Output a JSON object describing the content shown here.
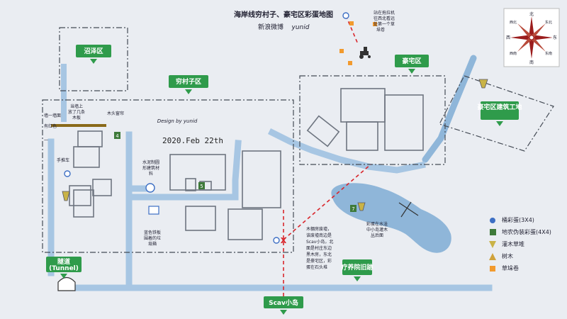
{
  "title": "海岸线穷村子、豪宅区彩蛋地图",
  "subtitle": "新浪微博",
  "author_signature": "yunid",
  "design_credit": "Design by yunid",
  "date_stamp": "2020.Feb 22th",
  "compass": {
    "n": "北",
    "ne": "东北",
    "e": "东",
    "se": "东南",
    "s": "南",
    "sw": "西南",
    "w": "西",
    "nw": "西北"
  },
  "region_tags": [
    {
      "label": "沼泽区"
    },
    {
      "label": "穷村子区"
    },
    {
      "label": "豪宅区"
    },
    {
      "label": "豪宅区建筑工地"
    },
    {
      "label": "隧道"
    },
    {
      "label": "(Tunnel)"
    },
    {
      "label": "疗养院旧跡"
    },
    {
      "label": "Scav小岛"
    }
  ],
  "notes": {
    "hay_top": [
      "站在拖拉机",
      "往西北看远",
      "处第一个草",
      "垛卷"
    ],
    "plank_wall": [
      "当墙上",
      "放了几条",
      "木板"
    ],
    "wood_pile": "木头窗帘",
    "west_wall": [
      "墙一墙面",
      "有红色",
      "一"
    ],
    "cart": "手推车",
    "water_tank": [
      "水泥制圆",
      "形建筑材",
      "料"
    ],
    "blue_iron": [
      "蓝色铁板",
      "围着的垃",
      "圾箱"
    ],
    "lake": [
      "彩蛋在水洼",
      "中小岛灌木",
      "丛后面"
    ],
    "scav_house": [
      "木棚房废墟，",
      "该废墟南边是",
      "Scav小岛，北",
      "面是村庄东边",
      "黑木房，东北",
      "是豪宅区，彩",
      "蛋在石头堆"
    ]
  },
  "markers": {
    "house4": "4",
    "house5": "5",
    "lake7": "7",
    "x_mark": "X"
  },
  "legend": [
    {
      "icon": "egg-icon",
      "label": "桶彩蛋(3X4)"
    },
    {
      "icon": "camo-egg-icon",
      "label": "地农伪装彩蛋(4X4)"
    },
    {
      "icon": "bush-icon",
      "label": "灌木草堆"
    },
    {
      "icon": "tree-icon",
      "label": "树木"
    },
    {
      "icon": "hay-icon",
      "label": "草垛卷"
    }
  ],
  "colors": {
    "background": "#eaedf2",
    "river": "#8fb6d9",
    "road": "#a7c6e3",
    "building": "#6e7580",
    "tag_green": "#2f9b4b",
    "route_red": "#d9262c",
    "hay_orange": "#f29a2e",
    "egg_blue": "#3d6fc4",
    "camo_green": "#3e7a3a",
    "plank_brown": "#8a6a1a"
  }
}
